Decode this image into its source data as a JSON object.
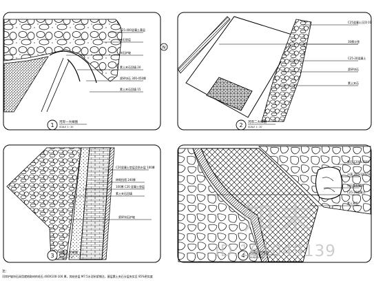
{
  "drawing": {
    "detail_1": {
      "number": "1",
      "title": "河岸一大样图",
      "scale": "SCALE  1 : 20",
      "callouts": [
        "C25-400混凝土基层",
        "沙石垫层",
        "块石护坡",
        "素土夹石回填 20",
        "浆砰块石 300-450厚",
        "素土夹石回填 15"
      ]
    },
    "detail_2": {
      "number": "2",
      "title": "河岸二大样图",
      "scale": "SCALE  1 : 20",
      "callouts": [
        "C25混凝土压顶 01",
        "30厚沙垫",
        "C25-20混凝土",
        "浆砰块石",
        "素土夹石"
      ]
    },
    "detail_3": {
      "number": "3",
      "title": "河岸三大样图",
      "scale": "SCALE  1 : 20",
      "callouts": [
        "C20混凝土垫层及防水层 100厚",
        "砖砌挡墙 240厚",
        "100厚 C20 混凝土垫层",
        "素土夹石回填",
        "浆砰块石护坡"
      ]
    },
    "detail_4": {
      "number": "4",
      "title": "河岸四大样图",
      "scale": "SCALE  1 : 20",
      "callouts": [
        "景石 1200x1200",
        "沙漠 300x100x50",
        "块石置石辅助",
        "C25-20混凝土",
        "素土夹石"
      ]
    },
    "notes": {
      "marker": "注：",
      "text": "河岸护坡块石采用就地取材的毛石 400X100-100 厚，其结合层 M7.5水泥砂浆铺注，基层素土夹石分层夹实至 95%密实度"
    },
    "north_arrow_letter": "N"
  },
  "watermark": {
    "logo_text": "知末",
    "id_text": "ID:161049139"
  },
  "colors": {
    "line": "#000000",
    "paper": "#ffffff",
    "watermark": "#bdbdbd"
  }
}
